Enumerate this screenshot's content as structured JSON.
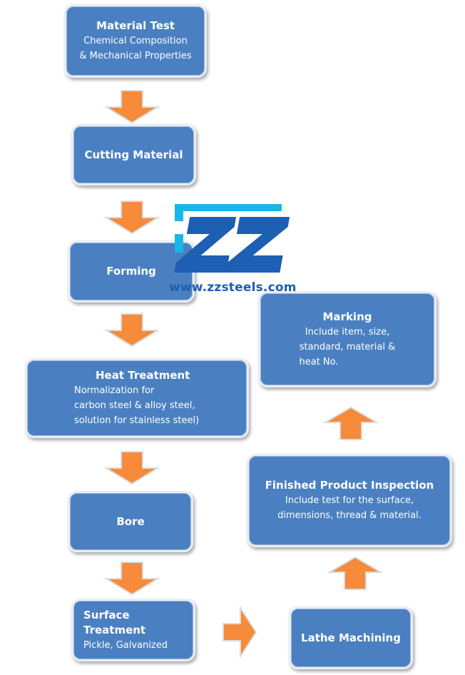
{
  "boxes": {
    "material_test": {
      "title": "Material Test",
      "lines": [
        "Chemical Composition",
        "& Mechanical Properties"
      ]
    },
    "cutting_material": {
      "title": "Cutting Material"
    },
    "forming": {
      "title": "Forming"
    },
    "heat_treatment": {
      "title": "Heat Treatment",
      "lines": [
        "Normalization for",
        "carbon steel & alloy steel,",
        "solution for stainless steel)"
      ]
    },
    "bore": {
      "title": "Bore"
    },
    "surface_treatment": {
      "title": "Surface Treatment",
      "lines": [
        "Pickle, Galvanized"
      ]
    },
    "lathe_machining": {
      "title": "Lathe Machining"
    },
    "finished_product_inspection": {
      "title": "Finished Product Inspection",
      "lines": [
        "Include test for the surface,",
        "dimensions, thread & material."
      ]
    },
    "marking": {
      "title": "Marking",
      "lines": [
        "Include item, size,",
        "standard, material &",
        "heat No."
      ]
    }
  },
  "logo": {
    "letters": "ZZ",
    "website": "www.zzsteels.com"
  },
  "colors": {
    "box_fill": "#4a80c1",
    "arrow_fill": "#f58b3b",
    "logo_blue": "#1d5fb2",
    "logo_cyan": "#19b6e8"
  }
}
